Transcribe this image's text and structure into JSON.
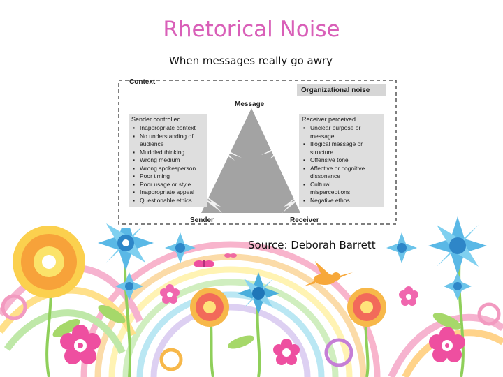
{
  "slide": {
    "title": "Rhetorical Noise",
    "subtitle": "When messages really go awry",
    "source": "Source: Deborah Barrett"
  },
  "diagram": {
    "context_label": "Context",
    "organizational_noise_label": "Organizational noise",
    "message_label": "Message",
    "sender_label": "Sender",
    "receiver_label": "Receiver",
    "sender_controlled": {
      "heading": "Sender controlled",
      "items": [
        "Inappropriate context",
        "No understanding of",
        "audience",
        "Muddled thinking",
        "Wrong medium",
        "Wrong spokesperson",
        "Poor timing",
        "Poor usage or style",
        "Inappropriate appeal",
        "Questionable ethics"
      ]
    },
    "receiver_perceived": {
      "heading": "Receiver perceived",
      "items": [
        "Unclear purpose or",
        "message",
        "Illogical message or",
        "structure",
        "Offensive tone",
        "Affective or cognitive",
        "dissonance",
        "Cultural",
        "misperceptions",
        "Negative ethos"
      ]
    }
  },
  "colors": {
    "title_pink": "#d95fb8",
    "triangle_gray": "#a3a3a3",
    "panel_gray": "#dedede"
  }
}
